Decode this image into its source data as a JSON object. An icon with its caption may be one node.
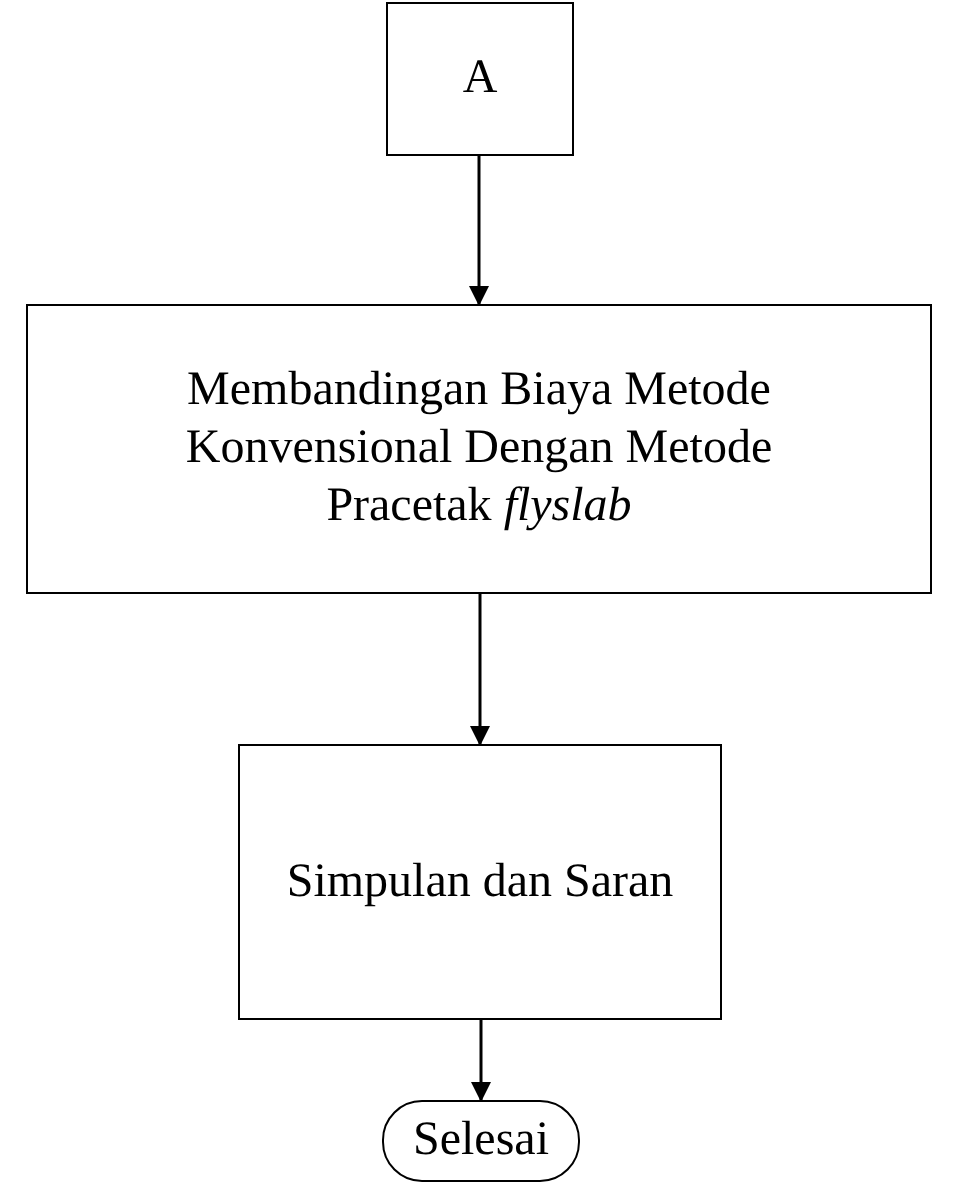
{
  "diagram": {
    "nodes": [
      {
        "text": [
          "A"
        ]
      },
      {
        "text": [
          "Membandingan Biaya Metode Konvensional Dengan Metode Pracetak *flyslab*"
        ]
      },
      {
        "text": [
          "Simpulan dan Saran"
        ]
      },
      {
        "text": [
          "Selesai"
        ]
      }
    ],
    "edges": [
      {
        "from": 0,
        "to": 1,
        "arrow": "to"
      },
      {
        "from": 1,
        "to": 2,
        "arrow": "to"
      },
      {
        "from": 2,
        "to": 3,
        "arrow": "to"
      }
    ]
  }
}
